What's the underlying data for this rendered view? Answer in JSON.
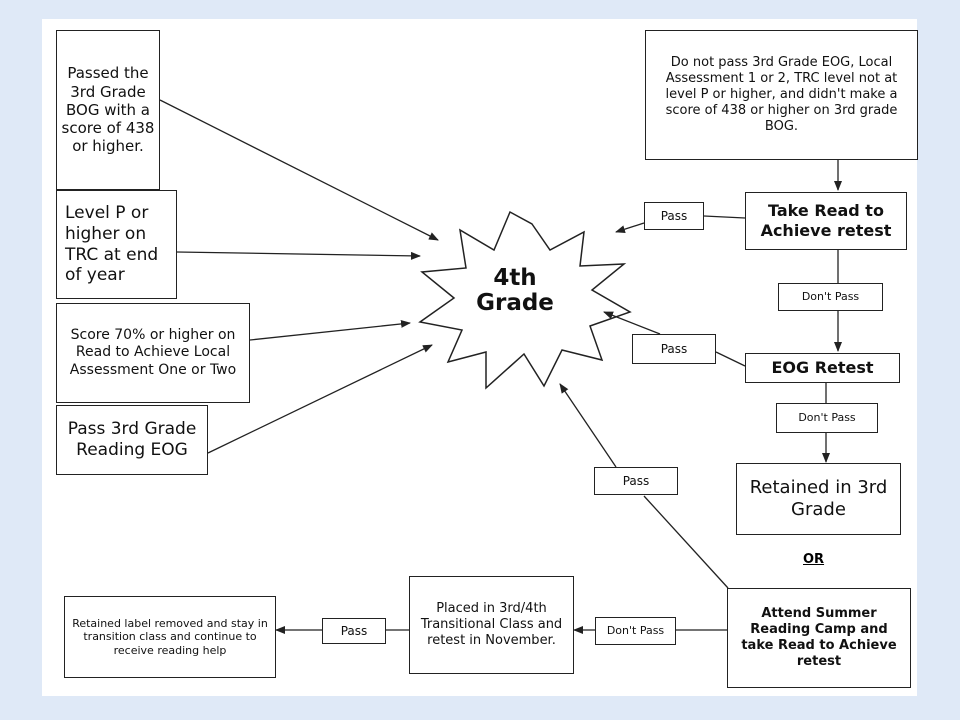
{
  "center": {
    "line1": "4th",
    "line2": "Grade"
  },
  "left_boxes": {
    "passed_bog": "Passed the 3rd Grade BOG with a score of 438 or higher.",
    "level_p": "Level P or higher on TRC at end of year",
    "score_70": "Score 70% or higher on Read to Achieve Local Assessment One or Two",
    "pass_eog": "Pass 3rd Grade Reading EOG"
  },
  "right_column": {
    "not_pass": "Do not pass 3rd Grade EOG, Local Assessment 1 or 2, TRC level not at level P or higher, and didn't make a score of 438 or higher on 3rd grade BOG.",
    "take_retest": "Take Read to Achieve retest",
    "eog_retest": "EOG Retest",
    "retained": "Retained in 3rd Grade",
    "or": "OR",
    "summer_camp": "Attend Summer Reading Camp and take Read to Achieve retest"
  },
  "bottom_row": {
    "transitional": "Placed in 3rd/4th Transitional Class and retest in November.",
    "retained_removed": "Retained label removed and stay in transition class and continue to receive reading help"
  },
  "labels": {
    "pass": "Pass",
    "dont_pass": "Don't Pass"
  }
}
